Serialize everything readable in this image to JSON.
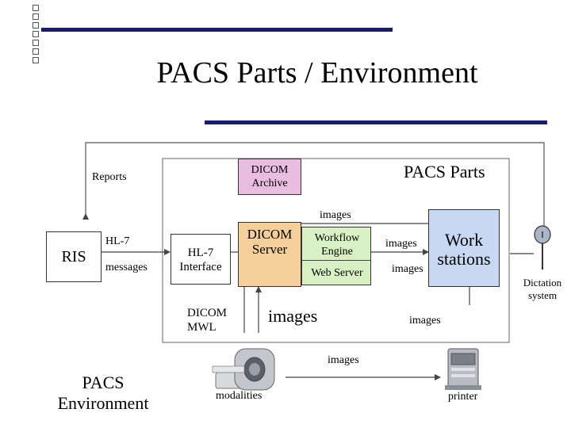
{
  "title": "PACS Parts / Environment",
  "labels": {
    "reports": "Reports",
    "dicom_archive": [
      "DICOM",
      "Archive"
    ],
    "pacs_parts": "PACS Parts",
    "images_top": "images",
    "ris": "RIS",
    "hl7": "HL-7",
    "messages": "messages",
    "hl7_interface": [
      "HL-7",
      "Interface"
    ],
    "dicom_server": [
      "DICOM",
      "Server"
    ],
    "workflow_engine": [
      "Workflow",
      "Engine"
    ],
    "web_server": "Web Server",
    "images_ws_top": "images",
    "images_ws_bottom": "images",
    "workstations": [
      "Work",
      "stations"
    ],
    "dictation_system": [
      "Dictation",
      "system"
    ],
    "dicom_mwl": [
      "DICOM",
      "MWL"
    ],
    "images_large": "images",
    "images_right": "images",
    "images_bottom": "images",
    "pacs_environment": [
      "PACS",
      "Environment"
    ],
    "modalities": "modalities",
    "printer": "printer"
  },
  "colors": {
    "title_bar": "#1c1c6e",
    "archive_fill": "#e8bde0",
    "server_fill": "#f5cf9a",
    "engine_fill": "#d9f0c4",
    "workstation_fill": "#c7d9f2",
    "dictation_fill": "#a9b6c8"
  }
}
